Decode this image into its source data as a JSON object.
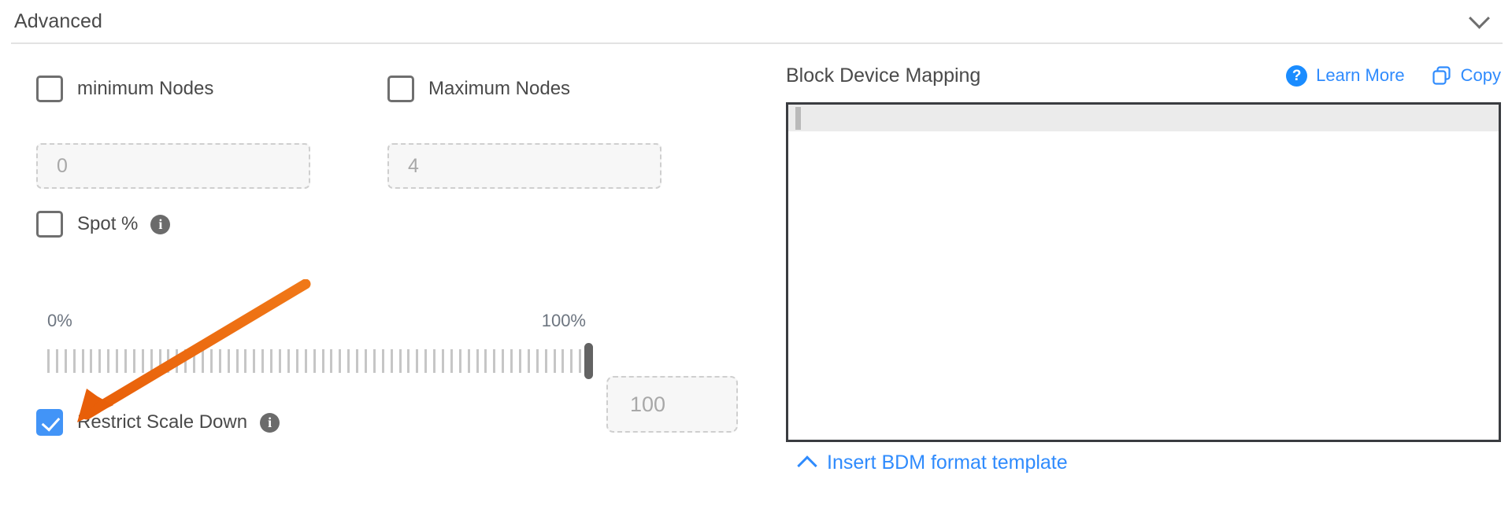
{
  "section": {
    "title": "Advanced",
    "collapse_icon": "chevron-down-icon"
  },
  "left_panel": {
    "min_nodes": {
      "label": "minimum Nodes",
      "checked": false,
      "input_value": "0",
      "input_disabled": true
    },
    "max_nodes": {
      "label": "Maximum Nodes",
      "checked": false,
      "input_value": "4",
      "input_disabled": true
    },
    "spot": {
      "label": "Spot %",
      "checked": false,
      "info_icon": "info-icon"
    },
    "slider": {
      "min_label": "0%",
      "max_label": "100%",
      "value": "100",
      "min": 0,
      "max": 100,
      "tick_count": 64
    },
    "restrict_scale_down": {
      "label": "Restrict Scale Down",
      "checked": true,
      "info_icon": "info-icon"
    }
  },
  "right_panel": {
    "title": "Block Device Mapping",
    "learn_more": {
      "label": "Learn More",
      "icon": "question-circle-icon"
    },
    "copy": {
      "label": "Copy",
      "icon": "copy-icon"
    },
    "editor": {
      "content": "",
      "active_line": 1
    },
    "footer_link": {
      "label": "Insert BDM format template",
      "icon": "chevron-up-icon"
    }
  },
  "annotation": {
    "type": "arrow",
    "color": "#ee6611",
    "points_to": "restrict-scale-down-checkbox"
  },
  "colors": {
    "accent_blue": "#2f8bfd",
    "checkbox_checked": "#4294f7",
    "text_primary": "#4a4a4a",
    "text_muted": "#a8a8a8",
    "annotation_orange": "#ee6611"
  }
}
